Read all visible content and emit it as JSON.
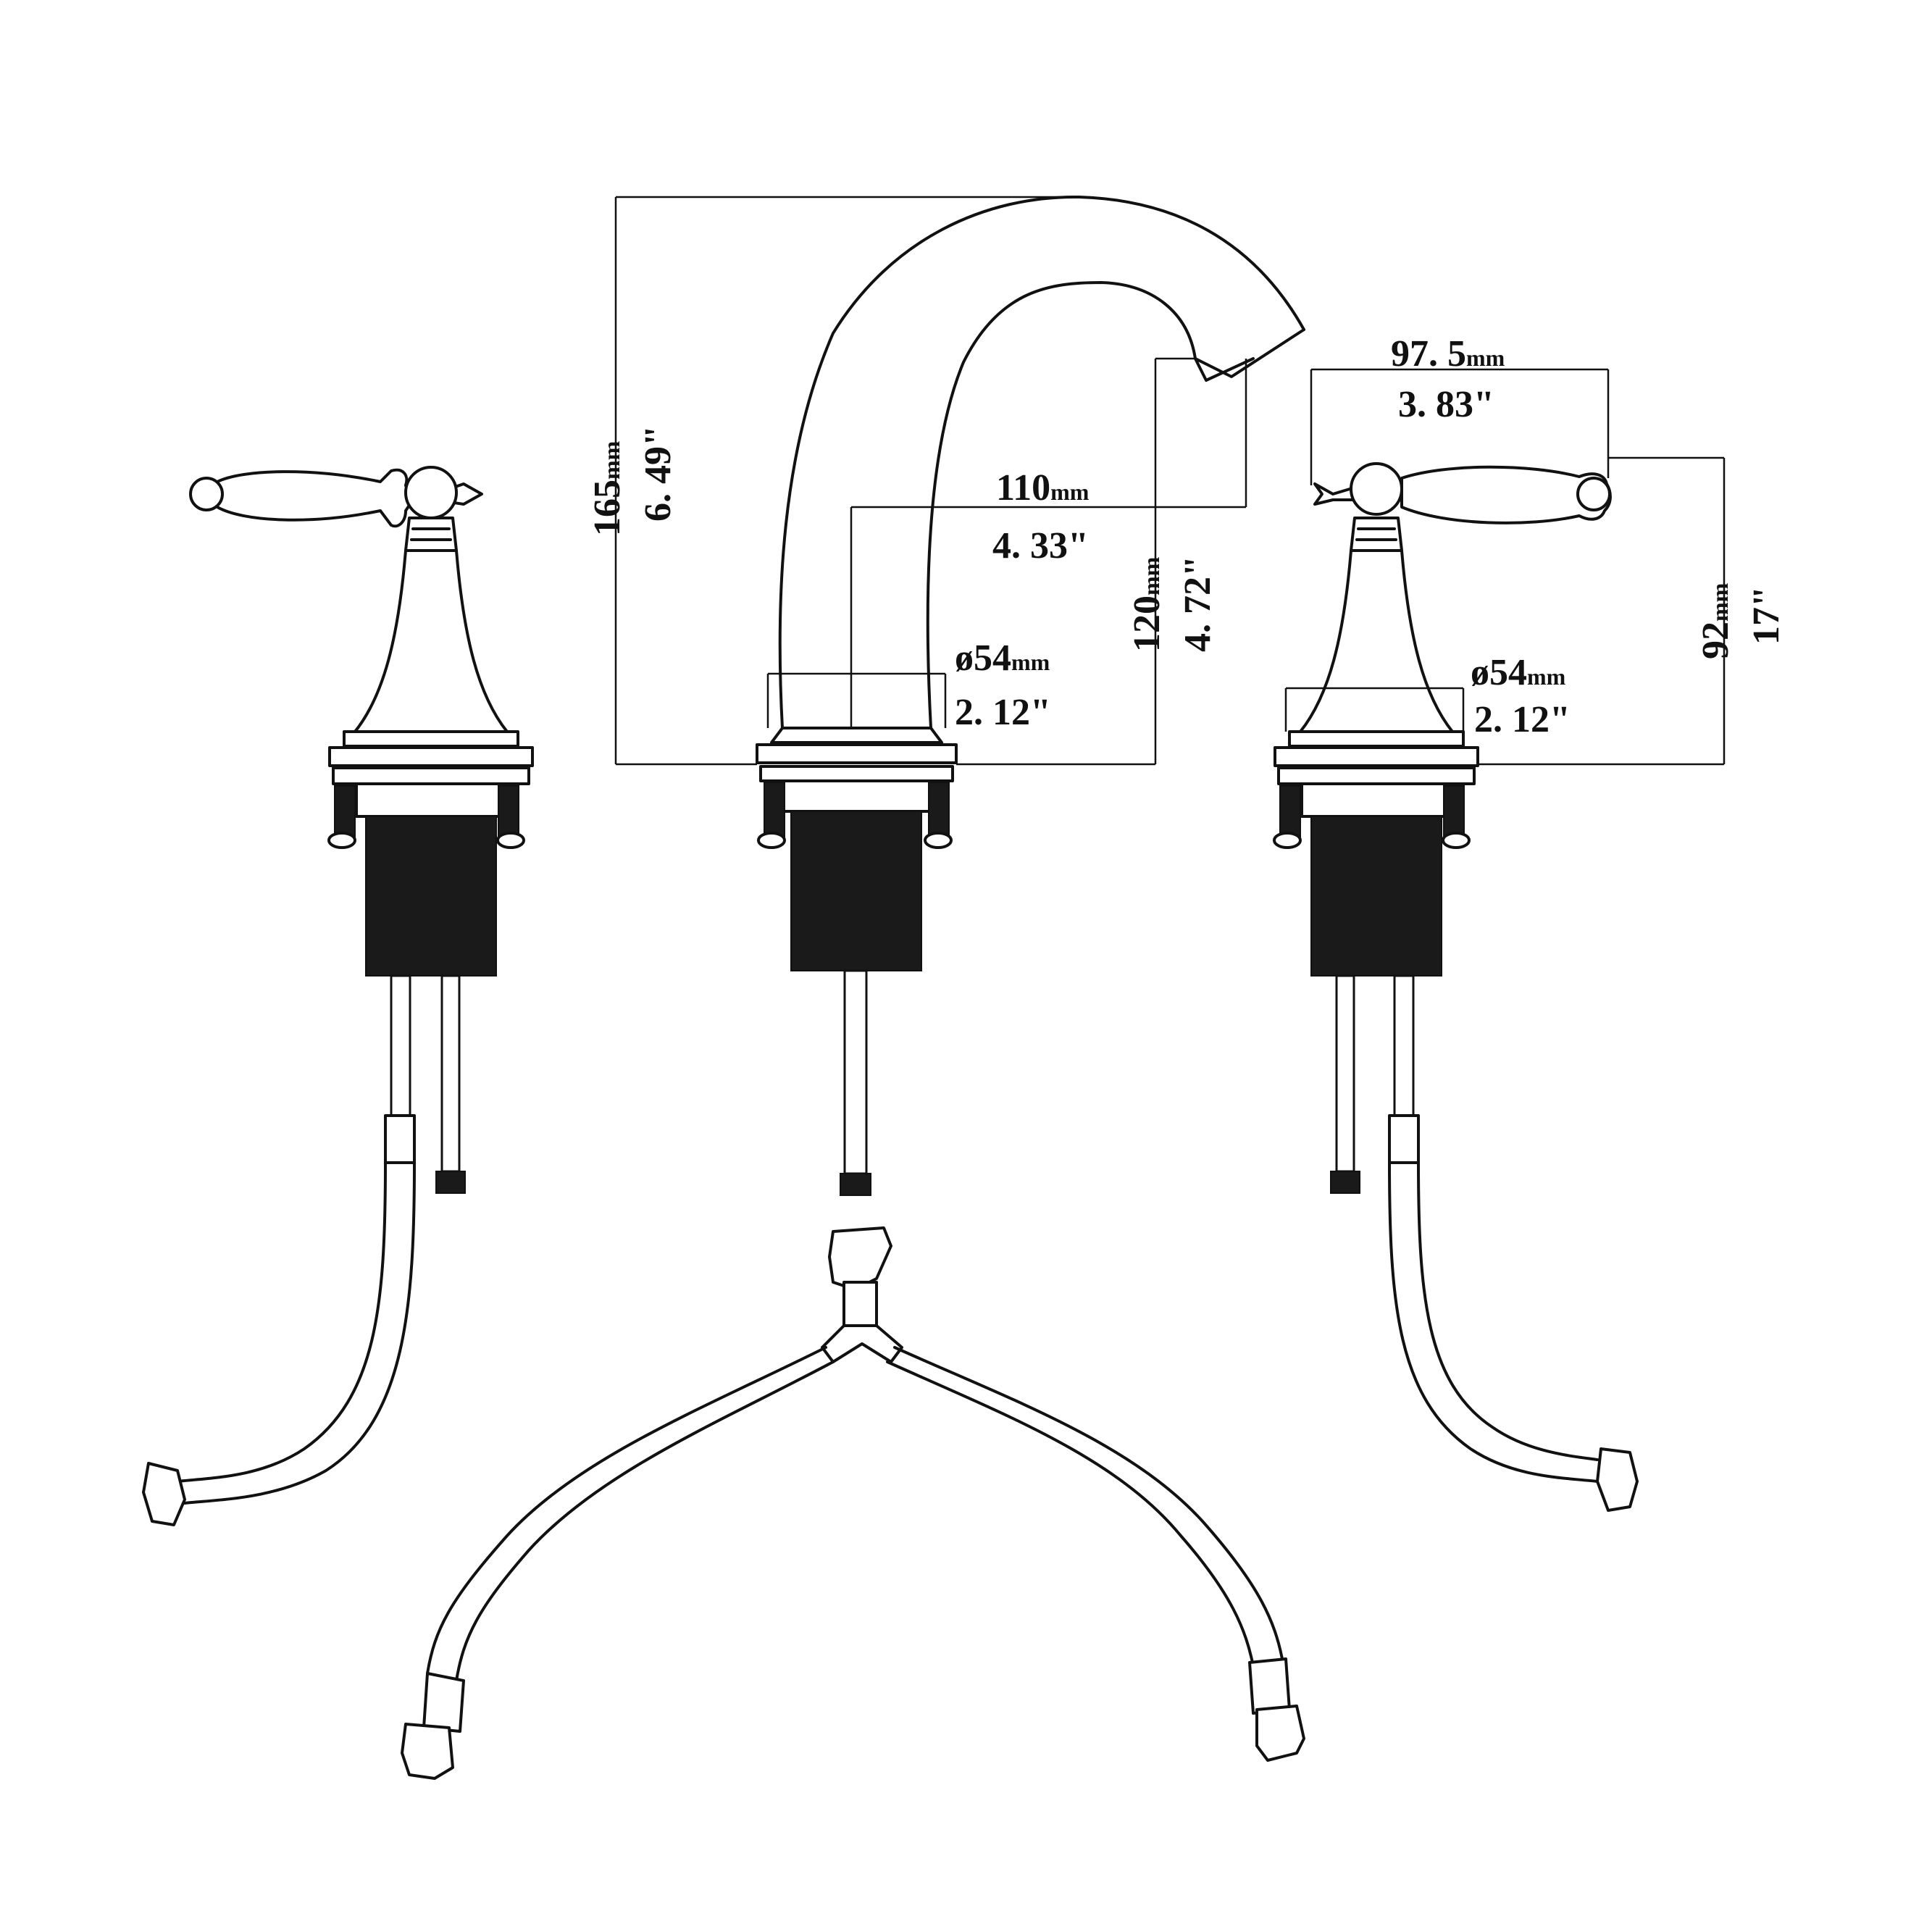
{
  "dimensions": {
    "height_total": {
      "mm": "165",
      "unit": "mm",
      "inch": "6. 49\""
    },
    "spout_reach": {
      "mm": "110",
      "unit": "mm",
      "inch": "4. 33\""
    },
    "spout_height": {
      "mm": "120",
      "unit": "mm",
      "inch": "4. 72\""
    },
    "spout_base": {
      "mm": "ø54",
      "unit": "mm",
      "inch": "2. 12\""
    },
    "handle_base": {
      "mm": "ø54",
      "unit": "mm",
      "inch": "2. 12\""
    },
    "handle_width": {
      "mm": "97. 5",
      "unit": "mm",
      "inch": "3. 83\""
    },
    "handle_height": {
      "mm": "92",
      "unit": "mm",
      "inch": "17\""
    }
  }
}
